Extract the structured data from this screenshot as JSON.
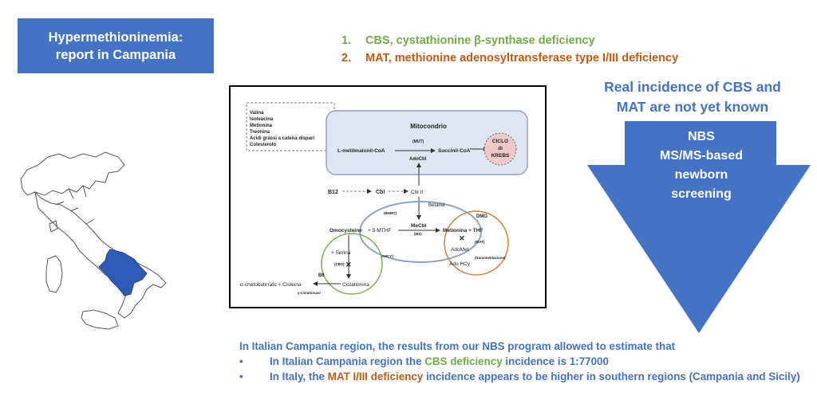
{
  "title": {
    "line1": "Hypermethioninemia:",
    "line2": "report in Campania"
  },
  "list": [
    {
      "num": "1.",
      "text": "CBS, cystathionine β-synthase deficiency",
      "color": "#70ad47"
    },
    {
      "num": "2.",
      "text": "MAT, methionine adenosyltransferase type I/III deficiency",
      "color": "#c55a11"
    }
  ],
  "real_incidence": {
    "line1": "Real incidence of CBS and",
    "line2": "MAT are not yet known"
  },
  "nbs_arrow": {
    "line1": "NBS",
    "line2": "MS/MS-based",
    "line3": "newborn",
    "line4": "screening"
  },
  "diagram": {
    "inputs": [
      "Valina",
      "Isoleucina",
      "Metionina",
      "Treonina",
      "Acidi grassi a catena dispari",
      "Colesterolo"
    ],
    "mitocondrio": "Mitocondrio",
    "l_metilmalonil": "L-metilmalonil-CoA",
    "mut": "(MUT)",
    "adocbl": "AdoCbl",
    "succinil": "Succinil-CoA",
    "krebs": {
      "l1": "CICLO",
      "l2": "di",
      "l3": "KREBS"
    },
    "b12": "B12",
    "cbl": "Cbl",
    "cbl2": "Cbl II",
    "betaina": "Betaina",
    "bhmt": "(BHMT)",
    "dmg": "DMG",
    "omocisteina": "Omocysteine",
    "five_mthf": "+ 5-MTHF",
    "mecbl": "MeCbl",
    "ms": "(MS)",
    "metionina_thf": "Metionina + THF",
    "mat": "(MAT)",
    "adomet": "AdoMet",
    "transmetilazione": "(transmetilazione)",
    "adohcy": "Ado HCy",
    "ahcy": "(AHCY)",
    "serina": "+ Serina",
    "cbs": "(CBS)",
    "b6": "B6",
    "chetobutirrato": "α-chetobutirrato + Cisteina",
    "cistationina": "Cistationina",
    "gamma": "γ-cistationasi"
  },
  "bottom": {
    "intro": "In Italian Campania region, the results from our NBS program allowed to estimate that",
    "b1_pre": "In Italian Campania region the ",
    "b1_hl": "CBS deficiency",
    "b1_post": " incidence is 1:77000",
    "b2_pre": "In Italy, the ",
    "b2_hl": "MAT I/III deficiency",
    "b2_post": " incidence appears to be higher in southern regions (Campania and Sicily)",
    "bullet": "•"
  },
  "colors": {
    "blue": "#4472c4",
    "green": "#70ad47",
    "orange": "#c55a11",
    "map_highlight": "#2f5bb7"
  }
}
